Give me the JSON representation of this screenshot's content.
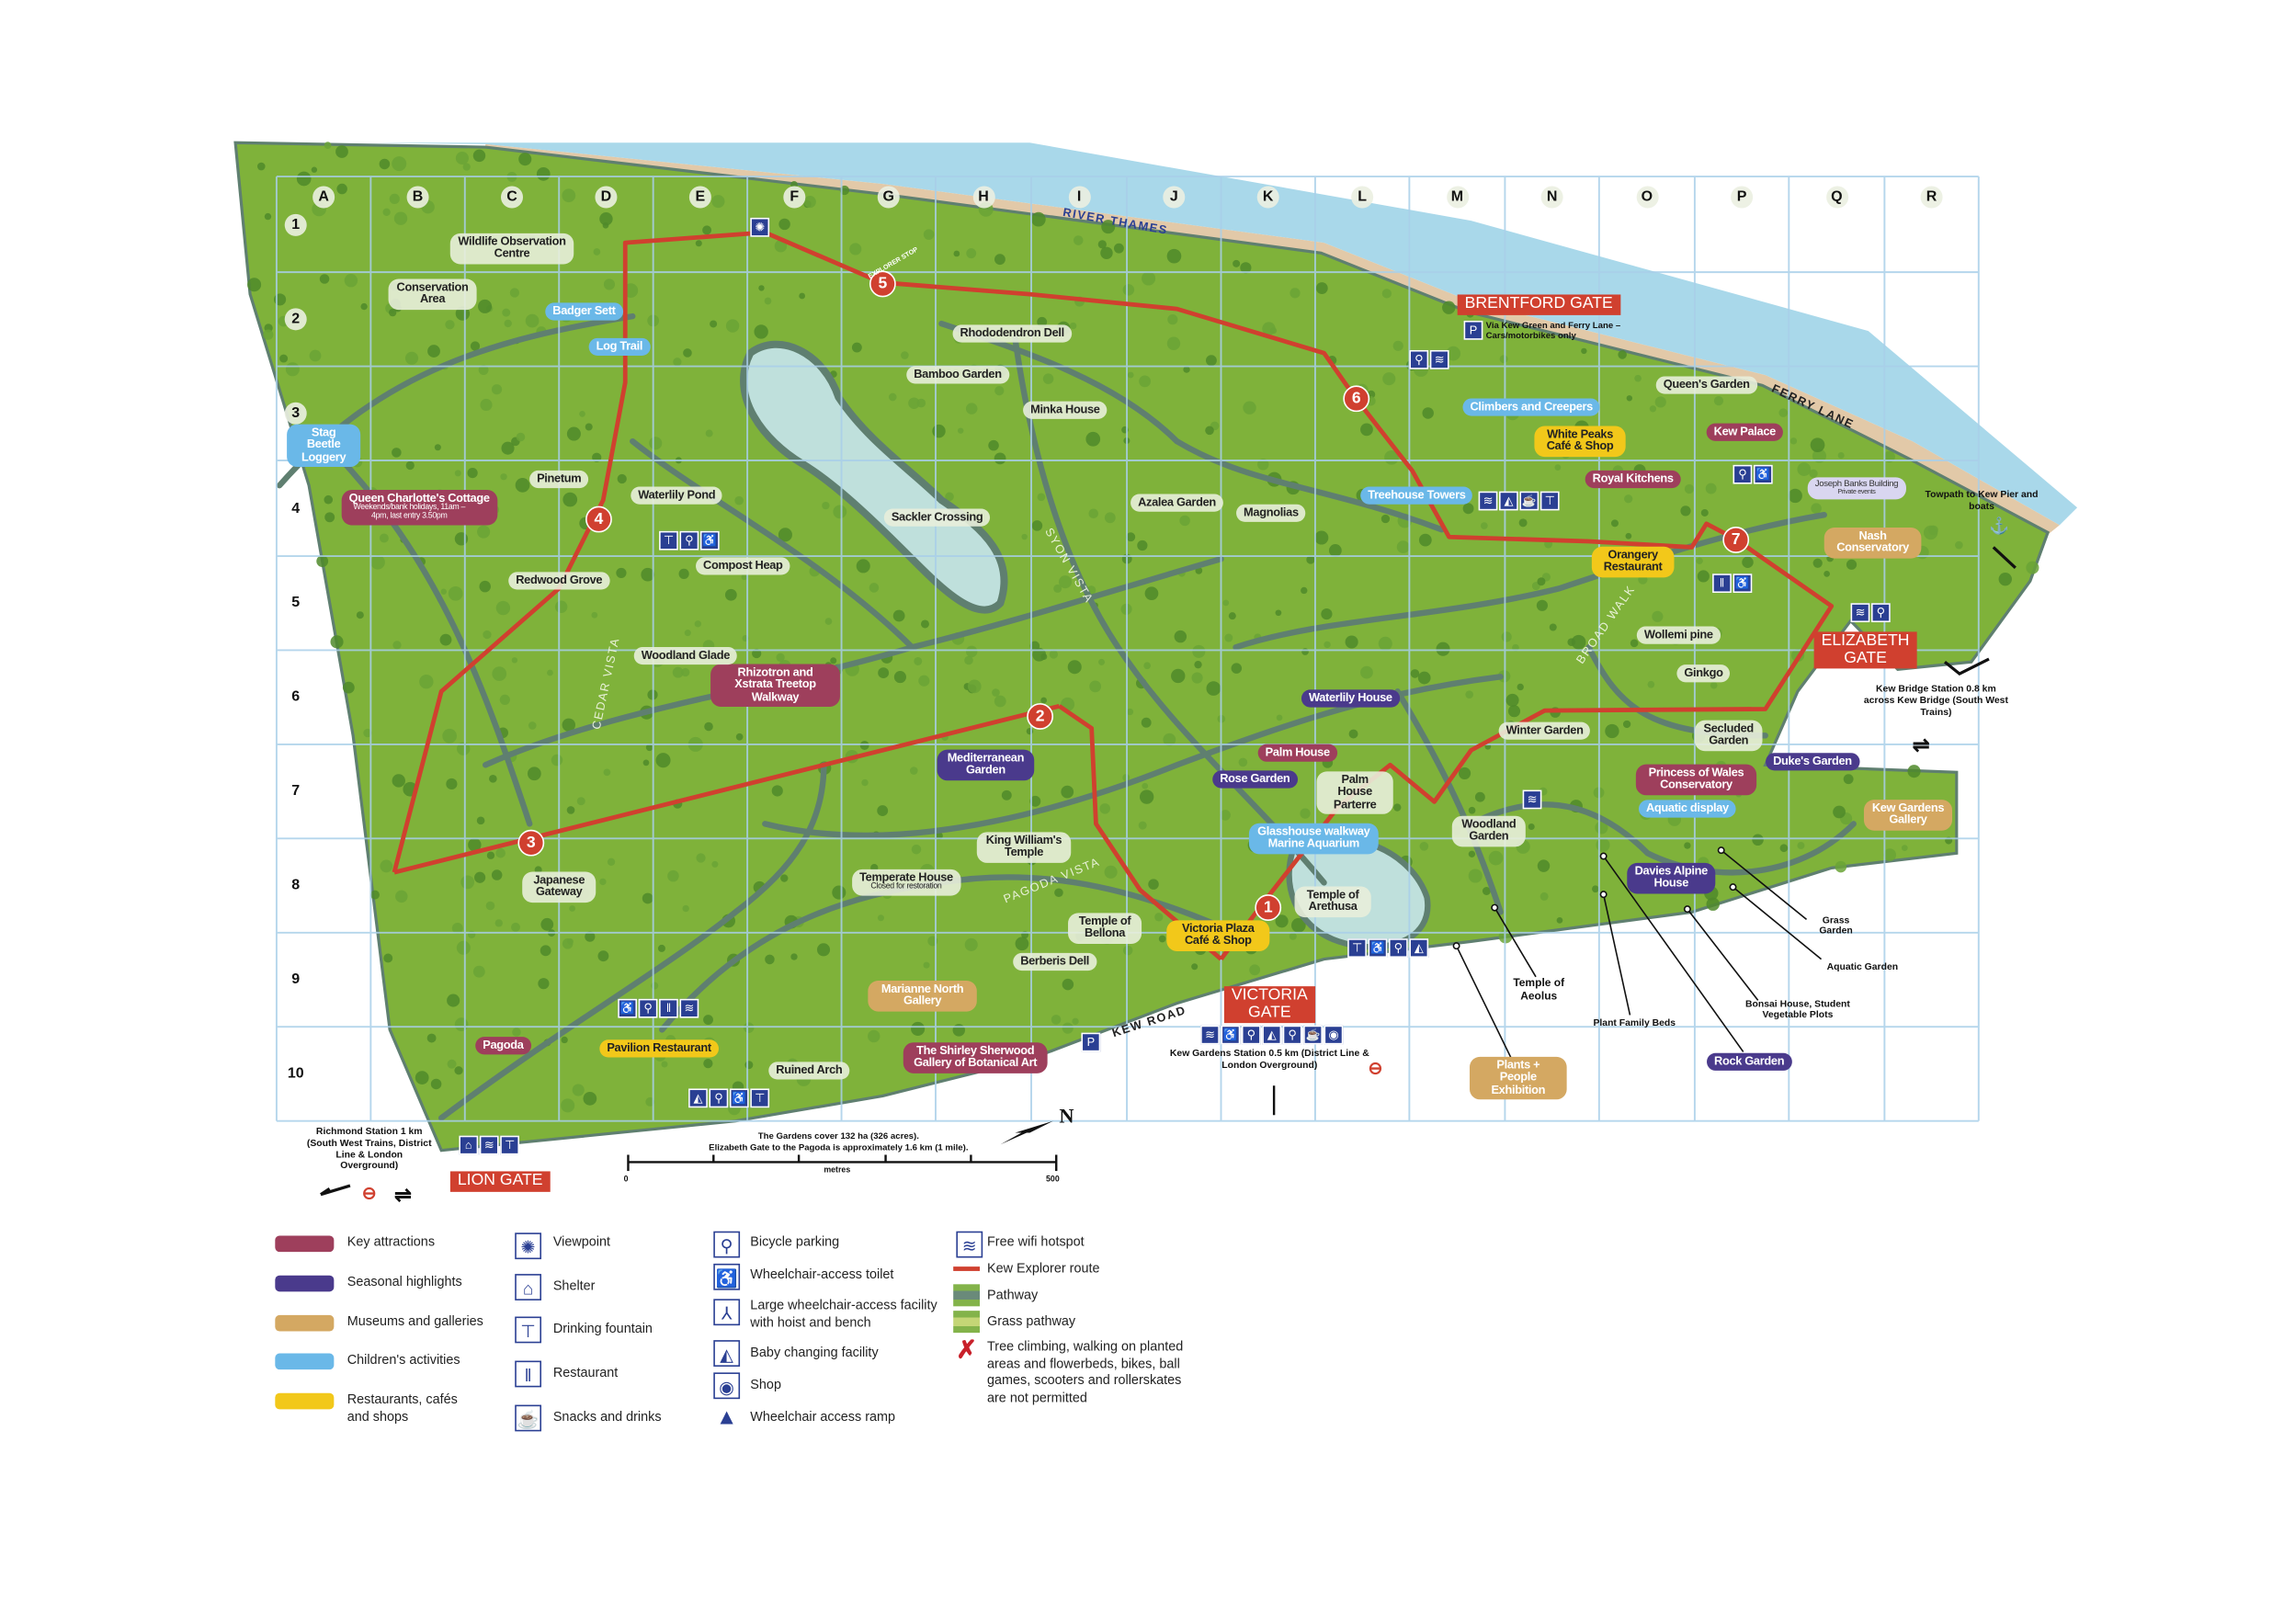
{
  "grid": {
    "columns": [
      "A",
      "B",
      "C",
      "D",
      "E",
      "F",
      "G",
      "H",
      "I",
      "J",
      "K",
      "L",
      "M",
      "N",
      "O",
      "P",
      "Q",
      "R"
    ],
    "rows": [
      "1",
      "2",
      "3",
      "4",
      "5",
      "6",
      "7",
      "8",
      "9",
      "10"
    ]
  },
  "colors": {
    "key_attractions": "#9e3f5c",
    "seasonal_highlights": "#4a3a8c",
    "museums_and_galleries": "#d4a862",
    "childrens_activities": "#6ab8e8",
    "restaurants": "#f2c81a",
    "gate": "#d0402f",
    "explorer_route": "#d0402f",
    "icon_blue": "#2a3f93",
    "land": "#7fb23a",
    "water": "#a9d8ea",
    "path": "#5f7f70"
  },
  "water": {
    "river": "RIVER THAMES"
  },
  "roads": {
    "ferry_lane": "FERRY LANE",
    "kew_road": "KEW ROAD",
    "syon_vista": "SYON VISTA",
    "pagoda_vista": "PAGODA VISTA",
    "cedar_vista": "CEDAR VISTA",
    "broad_walk": "BROAD WALK"
  },
  "gates": {
    "brentford": "BRENTFORD GATE",
    "elizabeth_1": "ELIZABETH",
    "elizabeth_2": "GATE",
    "victoria_1": "VICTORIA",
    "victoria_2": "GATE",
    "lion": "LION GATE"
  },
  "explorer": {
    "stop_text": "EXPLORER STOP",
    "stops": [
      "1",
      "2",
      "3",
      "4",
      "5",
      "6",
      "7"
    ]
  },
  "key_attractions": {
    "queen_charlotte": "Queen Charlotte's Cottage",
    "queen_charlotte_note": "Weekends/bank holidays, 11am – 4pm, last entry 3.50pm",
    "rhizotron": "Rhizotron and Xstrata Treetop Walkway",
    "palm_house": "Palm House",
    "kew_palace": "Kew Palace",
    "royal_kitchens": "Royal Kitchens",
    "princess_of_wales": "Princess of Wales Conservatory",
    "pagoda": "Pagoda",
    "shirley_sherwood": "The Shirley Sherwood Gallery of Botanical Art"
  },
  "seasonal": {
    "mediterranean": "Mediterranean Garden",
    "waterlily_house": "Waterlily House",
    "rose_garden": "Rose Garden",
    "dukes_garden": "Duke's Garden",
    "davies_alpine": "Davies Alpine House",
    "rock_garden": "Rock Garden"
  },
  "museums": {
    "marianne_north": "Marianne North Gallery",
    "nash": "Nash Conservatory",
    "kew_gallery": "Kew Gardens Gallery",
    "plants_people": "Plants + People Exhibition"
  },
  "children": {
    "stag_beetle": "Stag Beetle Loggery",
    "badger_sett": "Badger Sett",
    "log_trail": "Log Trail",
    "climbers": "Climbers and Creepers",
    "treehouse": "Treehouse Towers",
    "glasshouse_walkway": "Glasshouse walkway Marine Aquarium",
    "aquatic_display": "Aquatic display"
  },
  "restaurants": {
    "white_peaks": "White Peaks Café & Shop",
    "orangery": "Orangery Restaurant",
    "victoria_plaza": "Victoria Plaza Café & Shop",
    "pavilion": "Pavilion Restaurant"
  },
  "places": {
    "wildlife": "Wildlife Observation Centre",
    "conservation": "Conservation Area",
    "pinetum": "Pinetum",
    "waterlily_pond": "Waterlily Pond",
    "redwood": "Redwood Grove",
    "compost": "Compost Heap",
    "woodland_glade": "Woodland Glade",
    "japanese_gateway": "Japanese Gateway",
    "rhododendron": "Rhododendron Dell",
    "bamboo": "Bamboo Garden",
    "minka": "Minka House",
    "sackler": "Sackler Crossing",
    "azalea": "Azalea Garden",
    "magnolias": "Magnolias",
    "queens_garden": "Queen's Garden",
    "wollemi": "Wollemi pine",
    "ginkgo": "Ginkgo",
    "winter_garden": "Winter Garden",
    "secluded": "Secluded Garden",
    "palm_parterre": "Palm House Parterre",
    "woodland_garden": "Woodland Garden",
    "arethusa": "Temple of Arethusa",
    "king_william": "King William's Temple",
    "temperate": "Temperate House",
    "temperate_note": "Closed for restoration",
    "bellona": "Temple of Bellona",
    "berberis": "Berberis Dell",
    "ruined_arch": "Ruined Arch",
    "joseph_banks": "Joseph Banks Building",
    "joseph_banks_note": "Private events"
  },
  "callouts": {
    "aeolus": "Temple of Aeolus",
    "plant_family": "Plant Family Beds",
    "bonsai": "Bonsai House, Student Vegetable Plots",
    "aquatic_garden": "Aquatic Garden",
    "grass_garden": "Grass Garden"
  },
  "transport": {
    "brentford_parking": "Via Kew Green and Ferry Lane – Cars/motorbikes only",
    "towpath": "Towpath to Kew Pier and boats",
    "kew_bridge": "Kew Bridge Station 0.8 km across Kew Bridge (South West Trains)",
    "kew_gardens_station": "Kew Gardens Station 0.5 km (District Line & London Overground)",
    "richmond": "Richmond Station 1 km (South West Trains, District Line & London Overground)"
  },
  "scale": {
    "area_text": "The Gardens cover 132 ha (326 acres).",
    "distance_text": "Elizabeth Gate to the Pagoda is approximately 1.6 km (1 mile).",
    "unit": "metres",
    "min": "0",
    "max": "500",
    "north": "N"
  },
  "legend": {
    "categories": [
      "Key attractions",
      "Seasonal highlights",
      "Museums and galleries",
      "Children's activities",
      "Restaurants, cafés and shops"
    ],
    "facilities_1": [
      "Viewpoint",
      "Shelter",
      "Drinking fountain",
      "Restaurant",
      "Snacks and drinks"
    ],
    "facilities_2": [
      "Bicycle parking",
      "Wheelchair-access toilet",
      "Large wheelchair-access facility with hoist and bench",
      "Baby changing facility",
      "Shop",
      "Wheelchair access ramp"
    ],
    "facilities_3": [
      "Free wifi hotspot",
      "Kew Explorer route",
      "Pathway",
      "Grass pathway",
      "Tree climbing, walking on planted areas and flowerbeds, bikes, ball games, scooters and rollerskates are not permitted"
    ]
  }
}
